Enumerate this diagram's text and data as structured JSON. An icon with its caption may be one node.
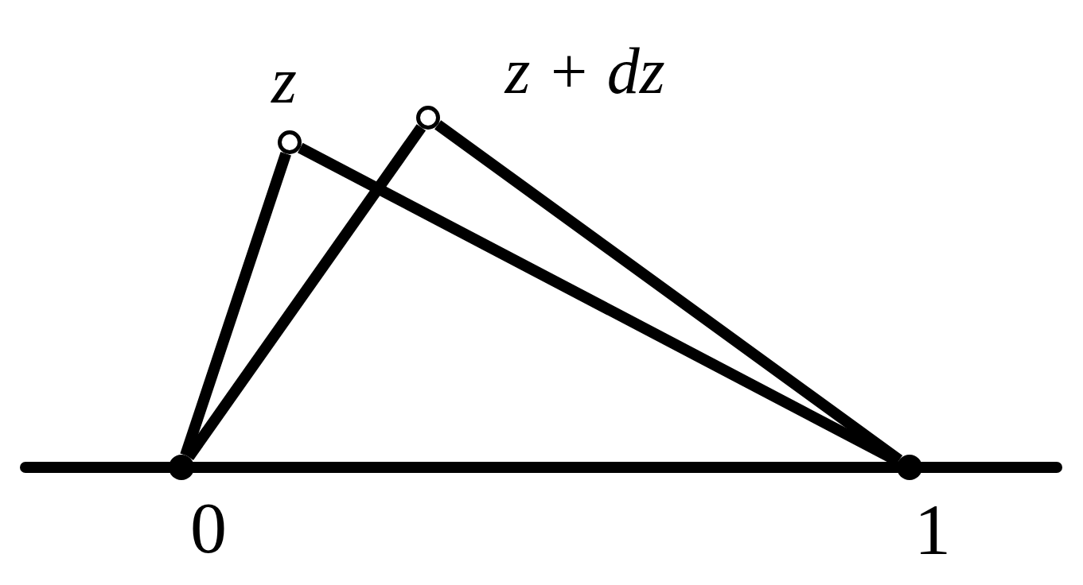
{
  "diagram": {
    "nodes": [
      {
        "text": [],
        "shape": "circle",
        "beside": [
          "z"
        ]
      },
      {
        "text": [],
        "shape": "circle",
        "beside": [
          "z + dz"
        ]
      },
      {
        "text": [],
        "shape": "circle",
        "beside": [
          "0"
        ]
      },
      {
        "text": [],
        "shape": "circle",
        "beside": [
          "1"
        ]
      }
    ],
    "edges": [
      {
        "from": 2,
        "to": 0,
        "arrow": "none"
      },
      {
        "from": 0,
        "to": 3,
        "arrow": "none"
      },
      {
        "from": 2,
        "to": 1,
        "arrow": "none"
      },
      {
        "from": 1,
        "to": 3,
        "arrow": "none"
      }
    ]
  }
}
